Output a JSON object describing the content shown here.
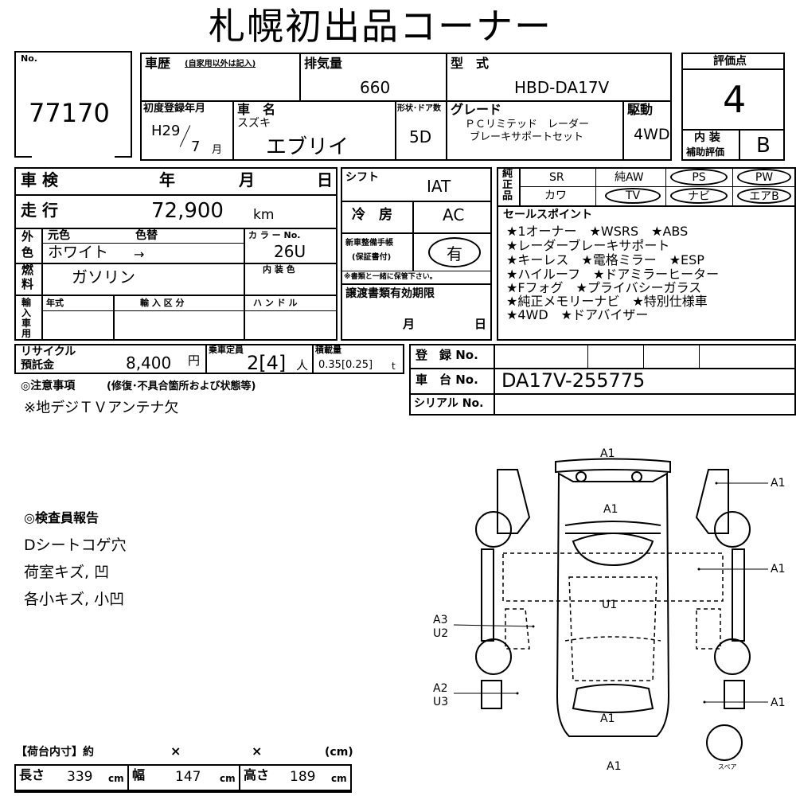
{
  "title": "札幌初出品コーナー",
  "no": {
    "label": "No.",
    "value": "77170"
  },
  "history": {
    "label": "車歴",
    "note": "(自家用以外は記入)"
  },
  "displacement": {
    "label": "排気量",
    "value": "660"
  },
  "model": {
    "label": "型　式",
    "value": "HBD-DA17V"
  },
  "rating": {
    "label": "評価点",
    "value": "4",
    "interior_label1": "内 装",
    "interior_label2": "補助評価",
    "interior_value": "B"
  },
  "first_reg": {
    "label": "初度登録年月",
    "year": "H29",
    "month": "7",
    "month_unit": "月"
  },
  "car_name": {
    "label": "車　名",
    "maker": "スズキ",
    "value": "エブリイ"
  },
  "doors": {
    "label": "形状･ドア数",
    "value": "5D"
  },
  "grade": {
    "label": "グレード",
    "line1": "ＰＣリミテッド　レーダー",
    "line2": "ブレーキサポートセット"
  },
  "drive": {
    "label": "駆動",
    "value": "4WD"
  },
  "inspection": {
    "label": "車 検",
    "year": "年",
    "month": "月",
    "day": "日"
  },
  "mileage": {
    "label": "走 行",
    "value": "72,900",
    "unit": "km"
  },
  "exterior": {
    "side1": "外",
    "side2": "色",
    "orig_label": "元色",
    "change_label": "色替",
    "value": "ホワイト",
    "arrow": "→",
    "color_no_label": "カ ラ ー No.",
    "color_no": "26U"
  },
  "fuel": {
    "side1": "燃",
    "side2": "料",
    "value": "ガソリン",
    "interior_color_label": "内 装 色"
  },
  "import": {
    "side": "輸入車用",
    "year_label": "年式",
    "category_label": "輸 入 区 分",
    "handle_label": "ハ ン ド ル"
  },
  "shift": {
    "label": "シフト",
    "value": "IAT"
  },
  "aircon": {
    "label": "冷　房",
    "value": "AC"
  },
  "manual": {
    "label1": "新車整備手帳",
    "label2": "(保証書付)",
    "value": "有",
    "note": "※書類と一緒に保管下さい。"
  },
  "transfer": {
    "label": "譲渡書類有効期限",
    "month": "月",
    "day": "日"
  },
  "genuine": {
    "side1": "純",
    "side2": "正",
    "side3": "品",
    "items": [
      "SR",
      "純AW",
      "PS",
      "PW",
      "カワ",
      "TV",
      "ナビ",
      "エアB"
    ]
  },
  "sales_points": {
    "label": "セールスポイント",
    "lines": [
      "★1オーナー　★WSRS　★ABS",
      "★レーダーブレーキサポート",
      "★キーレス　★電格ミラー　★ESP",
      "★ハイルーフ　★ドアミラーヒーター",
      "★Fフォグ　★プライバシーガラス",
      "★純正メモリーナビ　★特別仕様車",
      "★4WD　★ドアバイザー"
    ]
  },
  "recycle": {
    "label1": "リサイクル",
    "label2": "預託金",
    "value": "8,400",
    "unit": "円"
  },
  "capacity": {
    "label": "乗車定員",
    "value": "2[4]",
    "unit": "人"
  },
  "load": {
    "label": "積載量",
    "value": "0.35[0.25]",
    "unit": "t"
  },
  "registration": {
    "label": "登　録 No."
  },
  "chassis": {
    "label": "車　台 No.",
    "value": "DA17V-255775"
  },
  "serial": {
    "label": "シリアル No."
  },
  "notes": {
    "label": "◎注意事項",
    "sub": "(修復･不具合箇所および状態等)",
    "text": "※地デジＴＶアンテナ欠"
  },
  "inspector": {
    "label": "◎検査員報告",
    "lines": [
      "Dシートコゲ穴",
      "荷室キズ, 凹",
      "各小キズ, 小凹"
    ]
  },
  "diagram_labels": {
    "top": "A1",
    "front_right": "A1",
    "hood": "A1",
    "right_mid": "A1",
    "roof": "U1",
    "left_a3": "A3",
    "left_u2": "U2",
    "left_a2": "A2",
    "left_u3": "U3",
    "rear_right": "A1",
    "rear": "A1",
    "bottom": "A1",
    "spare": "スペア"
  },
  "cargo": {
    "label": "【荷台内寸】約",
    "x1": "×",
    "x2": "×",
    "unit_cm": "(cm)",
    "length_label": "長さ",
    "length": "339",
    "width_label": "幅",
    "width": "147",
    "height_label": "高さ",
    "height": "189",
    "cm": "cm"
  }
}
